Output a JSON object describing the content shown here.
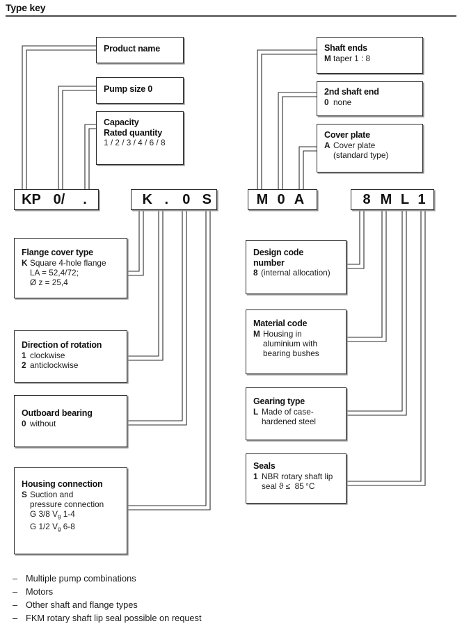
{
  "header": {
    "title": "Type key"
  },
  "code_boxes": [
    {
      "id": "cb-left-1",
      "chars": [
        "KP",
        "0/",
        "."
      ]
    },
    {
      "id": "cb-left-2",
      "chars": [
        "K",
        ".",
        "0",
        "S"
      ]
    },
    {
      "id": "cb-right-1",
      "chars": [
        "M",
        "0",
        "A"
      ]
    },
    {
      "id": "cb-right-2",
      "chars": [
        "8",
        "M",
        "L",
        "1"
      ]
    }
  ],
  "boxes_top_left": [
    {
      "title": "Product name",
      "rows": []
    },
    {
      "title": "Pump size 0",
      "rows": []
    },
    {
      "title": "Capacity",
      "title2": "Rated quantity",
      "rows": [
        {
          "key": "",
          "text": "1 / 2 / 3 / 4 / 6 / 8"
        }
      ]
    }
  ],
  "boxes_top_right": [
    {
      "title": "Shaft ends",
      "rows": [
        {
          "key": "M",
          "text": "taper 1 : 8"
        }
      ]
    },
    {
      "title": "2nd shaft end",
      "rows": [
        {
          "key": "0",
          "text": "none"
        }
      ]
    },
    {
      "title": "Cover plate",
      "rows": [
        {
          "key": "A",
          "text": "Cover plate"
        },
        {
          "key": "",
          "text": "(standard type)",
          "indent": true
        }
      ]
    }
  ],
  "boxes_bottom_left": [
    {
      "title": "Flange cover type",
      "rows": [
        {
          "key": "K",
          "text": "Square 4-hole flange"
        },
        {
          "key": "",
          "text": "LA = 52,4/72;",
          "indent": true
        },
        {
          "key": "",
          "text": "Ø z = 25,4",
          "indent": true
        }
      ]
    },
    {
      "title": "Direction of rotation",
      "rows": [
        {
          "key": "1",
          "text": "clockwise"
        },
        {
          "key": "2",
          "text": "anticlockwise"
        }
      ]
    },
    {
      "title": "Outboard bearing",
      "rows": [
        {
          "key": "0",
          "text": "without"
        }
      ]
    },
    {
      "title": "Housing connection",
      "rows": [
        {
          "key": "S",
          "text": "Suction and"
        },
        {
          "key": "",
          "text": "pressure connection",
          "indent": true
        },
        {
          "key": "",
          "html": "G 3/8 V<span class=\"sub\">g</span> 1-4",
          "indent": true
        },
        {
          "key": "",
          "html": "G 1/2 V<span class=\"sub\">g</span> 6-8",
          "indent": true
        }
      ]
    }
  ],
  "boxes_bottom_right": [
    {
      "title": "Design code",
      "title2": "number",
      "rows": [
        {
          "key": "8",
          "text": "(internal allocation)"
        }
      ]
    },
    {
      "title": "Material code",
      "rows": [
        {
          "key": "M",
          "text": "Housing in"
        },
        {
          "key": "",
          "text": "aluminium with",
          "indent": true
        },
        {
          "key": "",
          "text": "bearing bushes",
          "indent": true
        }
      ]
    },
    {
      "title": "Gearing type",
      "rows": [
        {
          "key": "L",
          "text": "Made of case-"
        },
        {
          "key": "",
          "text": "hardened steel",
          "indent": true
        }
      ]
    },
    {
      "title": "Seals",
      "rows": [
        {
          "key": "1",
          "text": "NBR rotary shaft lip"
        },
        {
          "key": "",
          "html": "seal ϑ ≤&nbsp; 85 °C",
          "indent": true
        }
      ]
    }
  ],
  "footnotes": [
    {
      "dash": "–",
      "text": "Multiple pump combinations"
    },
    {
      "dash": "–",
      "text": "Motors"
    },
    {
      "dash": "–",
      "text": "Other shaft and flange types"
    },
    {
      "dash": "–",
      "text": "FKM rotary shaft lip seal possible on request"
    }
  ],
  "colors": {
    "line": "#2b2b2b",
    "shadow": "#8d8d8d",
    "rule": "#4a4a4a",
    "text": "#1a1a1a"
  }
}
